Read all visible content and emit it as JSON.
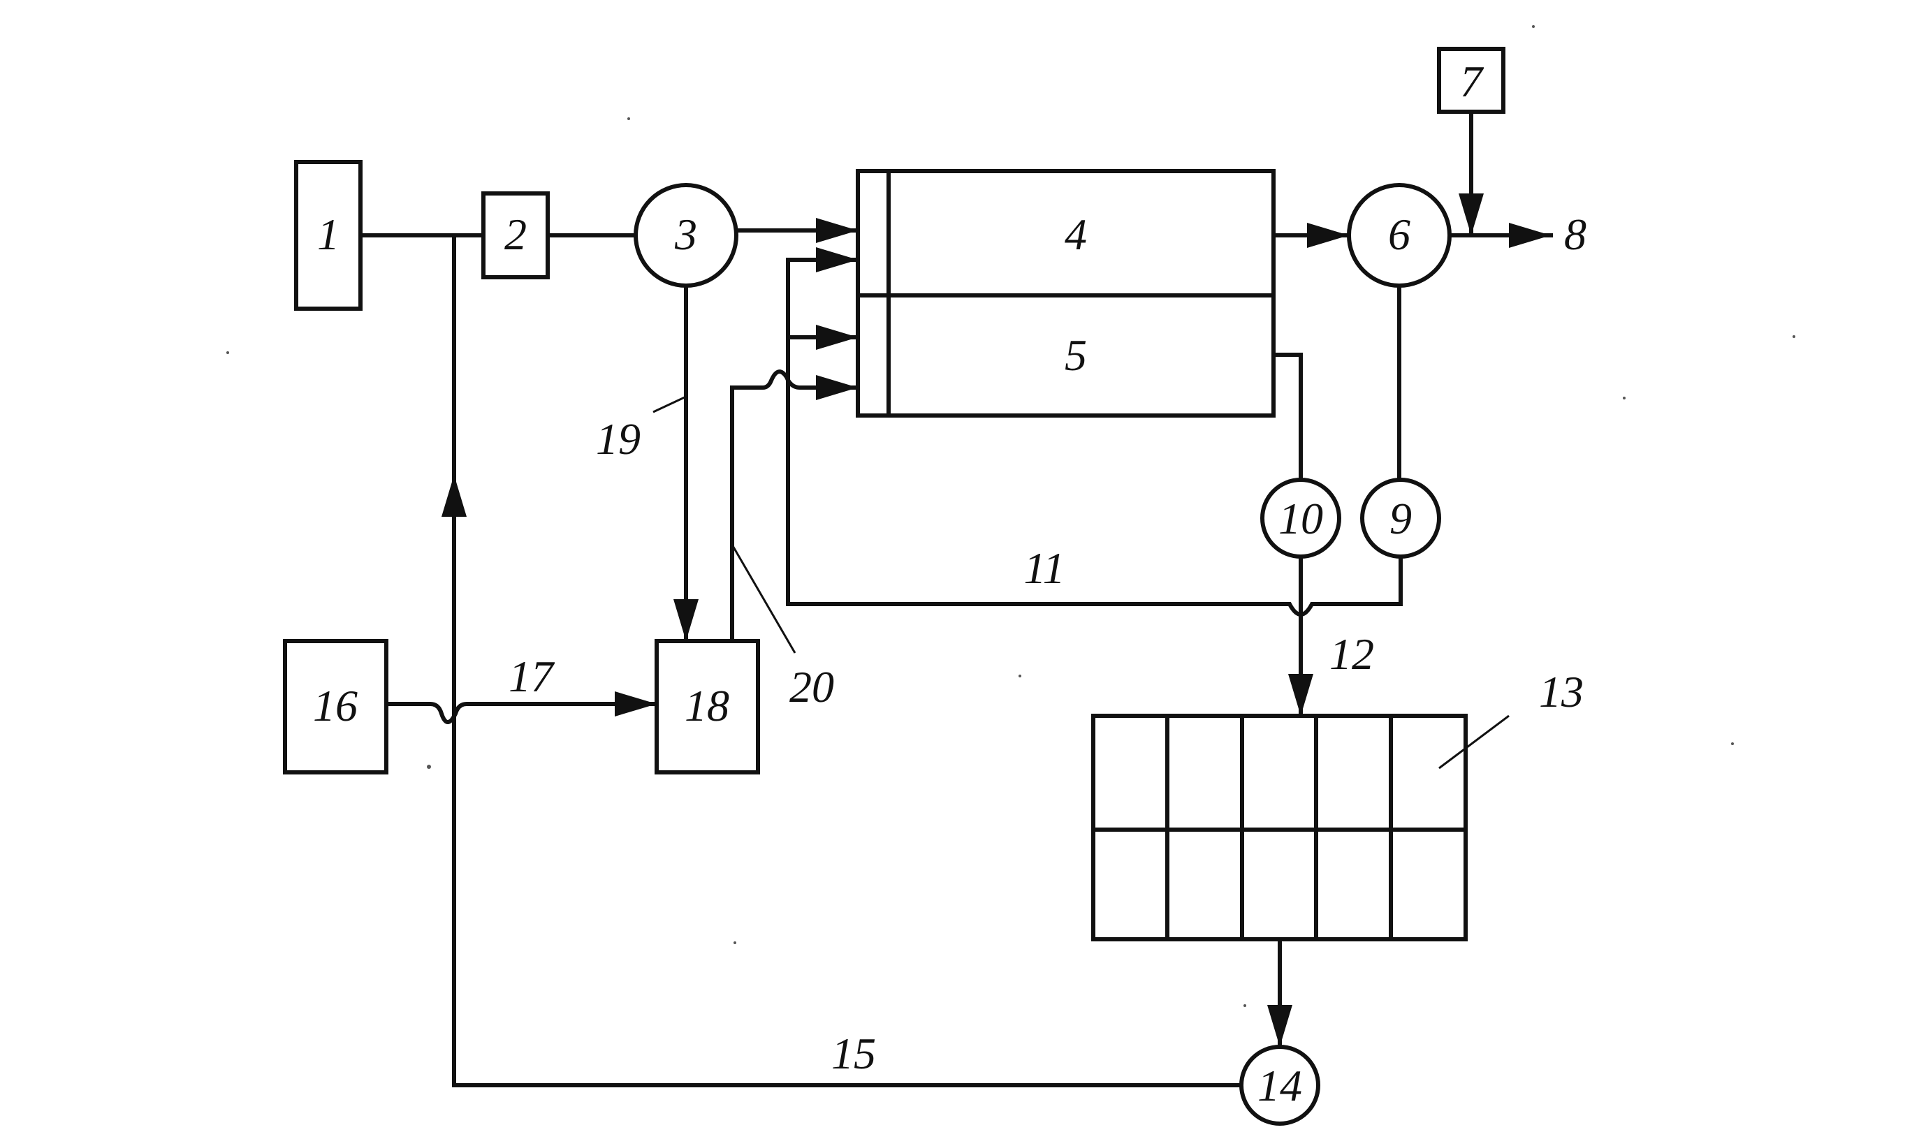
{
  "colors": {
    "ink": "#111111",
    "background": "#ffffff"
  },
  "labels": {
    "n1": "1",
    "n2": "2",
    "n3": "3",
    "n4": "4",
    "n5": "5",
    "n6": "6",
    "n7": "7",
    "n8": "8",
    "n9": "9",
    "n10": "10",
    "n11": "11",
    "n12": "12",
    "n13": "13",
    "n14": "14",
    "n15": "15",
    "n16": "16",
    "n17": "17",
    "n18": "18",
    "n19": "19",
    "n20": "20"
  }
}
